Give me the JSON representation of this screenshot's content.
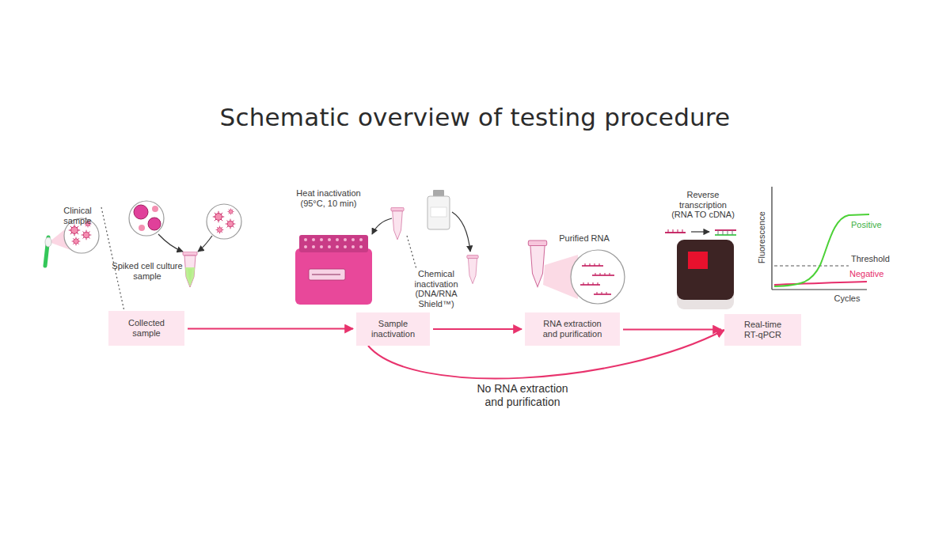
{
  "diagram": {
    "title": "Schematic overview of testing procedure",
    "nodes": [
      {
        "text": [
          "Collected sample"
        ]
      },
      {
        "text": [
          "Sample inactivation"
        ]
      },
      {
        "text": [
          "RNA extraction and purification"
        ]
      },
      {
        "text": [
          "Real-time RT-qPCR"
        ]
      }
    ],
    "edges": [
      {
        "from": 0,
        "to": 1,
        "arrow": "to"
      },
      {
        "from": 1,
        "to": 2,
        "arrow": "to"
      },
      {
        "from": 2,
        "to": 3,
        "arrow": "to"
      },
      {
        "from": 1,
        "to": 3,
        "label": "No RNA extraction and purification",
        "arrow": "to"
      }
    ],
    "labels": [
      "Clinical sample",
      "Spiked cell culture sample",
      "Heat inactivation (95°C, 10 min)",
      "Chemical inactivation (DNA/RNA Shield™)",
      "Purified RNA",
      "Reverse transcription (RNA TO cDNA)",
      "Fluorescence",
      "Positive",
      "Threshold",
      "Negative",
      "Cycles"
    ]
  }
}
